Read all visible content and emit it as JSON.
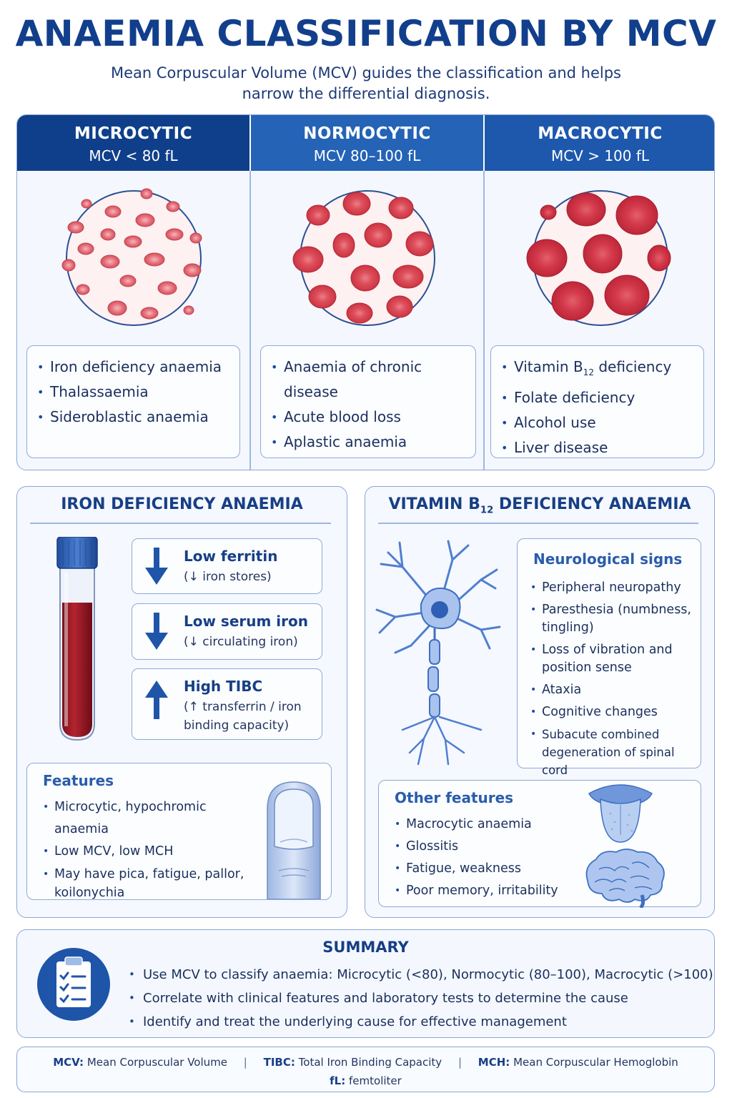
{
  "title": "ANAEMIA CLASSIFICATION BY MCV",
  "subtitle": "Mean Corpuscular Volume (MCV) guides the classification and helps narrow the differential diagnosis.",
  "classes": [
    {
      "name": "MICROCYTIC",
      "range": "MCV < 80 fL",
      "color": "#0f3f8a",
      "items": [
        "Iron deficiency anaemia",
        "Thalassaemia",
        "Sideroblastic anaemia"
      ]
    },
    {
      "name": "NORMOCYTIC",
      "range": "MCV 80–100 fL",
      "color": "#2463b6",
      "items": [
        "Anaemia of chronic disease",
        "Acute blood loss",
        "Aplastic anaemia"
      ]
    },
    {
      "name": "MACROCYTIC",
      "range": "MCV > 100 fL",
      "color": "#1d58ad",
      "items": [
        "Vitamin B12 deficiency",
        "Folate deficiency",
        "Alcohol use",
        "Liver disease"
      ]
    }
  ],
  "iron": {
    "title": "IRON DEFICIENCY ANAEMIA",
    "labs": [
      {
        "name": "Low ferritin",
        "note": "(↓ iron stores)",
        "direction": "down"
      },
      {
        "name": "Low serum iron",
        "note": "(↓ circulating iron)",
        "direction": "down"
      },
      {
        "name": "High TIBC",
        "note": "(↑ transferrin / iron binding capacity)",
        "direction": "up"
      }
    ],
    "features_title": "Features",
    "features": [
      "Microcytic, hypochromic anaemia",
      "Low MCV, low MCH",
      "May have pica, fatigue, pallor, koilonychia"
    ]
  },
  "b12": {
    "title_pre": "VITAMIN B",
    "title_sub": "12",
    "title_post": " DEFICIENCY ANAEMIA",
    "neuro_title": "Neurological signs",
    "neuro": [
      "Peripheral neuropathy",
      "Paresthesia (numbness, tingling)",
      "Loss of vibration and position sense",
      "Ataxia",
      "Cognitive changes",
      "Subacute combined degeneration of spinal cord"
    ],
    "other_title": "Other features",
    "other": [
      "Macrocytic anaemia",
      "Glossitis",
      "Fatigue, weakness",
      "Poor memory, irritability"
    ]
  },
  "summary": {
    "title": "SUMMARY",
    "items": [
      "Use MCV to classify anaemia: Microcytic (<80), Normocytic (80–100), Macrocytic (>100)",
      "Correlate with clinical features and laboratory tests to determine the cause",
      "Identify and treat the underlying cause for effective management"
    ]
  },
  "glossary": [
    {
      "term": "MCV:",
      "def": "Mean Corpuscular Volume"
    },
    {
      "term": "TIBC:",
      "def": "Total Iron Binding Capacity"
    },
    {
      "term": "MCH:",
      "def": "Mean Corpuscular Hemoglobin"
    },
    {
      "term": "fL:",
      "def": "femtoliter"
    }
  ],
  "colors": {
    "primary": "#123f8c",
    "accent": "#2a5cab",
    "rbc": "#d8434c",
    "panel": "#f4f8fe"
  }
}
